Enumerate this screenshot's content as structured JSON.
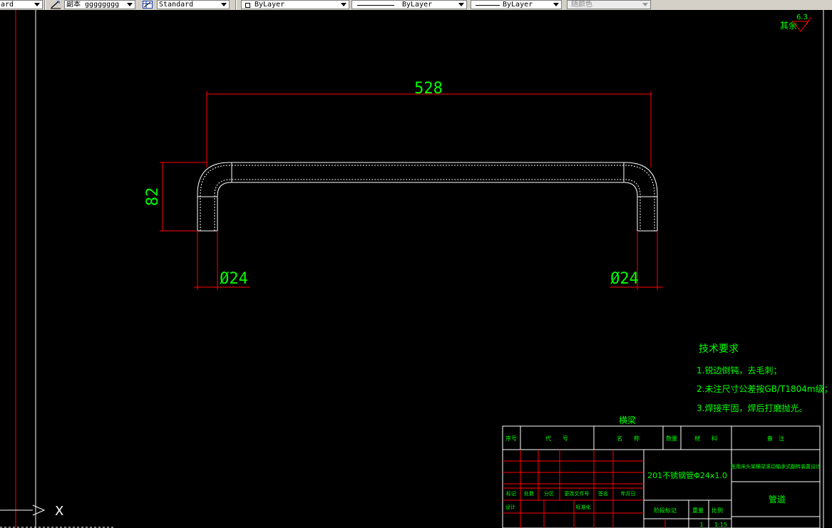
{
  "toolbar": {
    "text_style": "ard",
    "dim_style_label": "副本",
    "dim_style_value": "gggggggg",
    "table_style": "Standard",
    "layer": "ByLayer",
    "linetype": "ByLayer",
    "lineweight": "ByLayer",
    "plot_style": "随颜色"
  },
  "drawing": {
    "colors": {
      "background": "#000000",
      "dimension": "#ff0000",
      "text": "#00ff00",
      "geometry": "#ffffff"
    },
    "dimensions": {
      "width": "528",
      "height": "82",
      "diameter_left": "Ø24",
      "diameter_right": "Ø24"
    },
    "surface_finish": {
      "label": "其余",
      "value": "6.3"
    },
    "tech_requirements": {
      "title": "技术要求",
      "items": [
        "1.锐边倒钝，去毛刺；",
        "2.未注尺寸公差按GB/T1804m级；",
        "3.焊接牢固，焊后打磨抛光。"
      ]
    },
    "title_block": {
      "part_name": "横梁",
      "col_seq": "序号",
      "col_code": "代　　号",
      "col_name": "名　　称",
      "col_qty": "数量",
      "col_material": "材　　料",
      "col_note": "备　注",
      "material_spec": "201不锈钢管Φ24x1.0",
      "project": "医用床头架横梁滚动轴承式翻转装置设计",
      "drawing_name": "管道",
      "row_labels": [
        "标记",
        "处数",
        "分区",
        "更改文件号",
        "签名",
        "年月日"
      ],
      "designer": "设计",
      "standardize": "标准化",
      "stage": "阶段标记",
      "weight": "重量",
      "scale": "比例",
      "qty_value": "1",
      "scale_value": "1:15"
    },
    "ucs_label": "X"
  }
}
